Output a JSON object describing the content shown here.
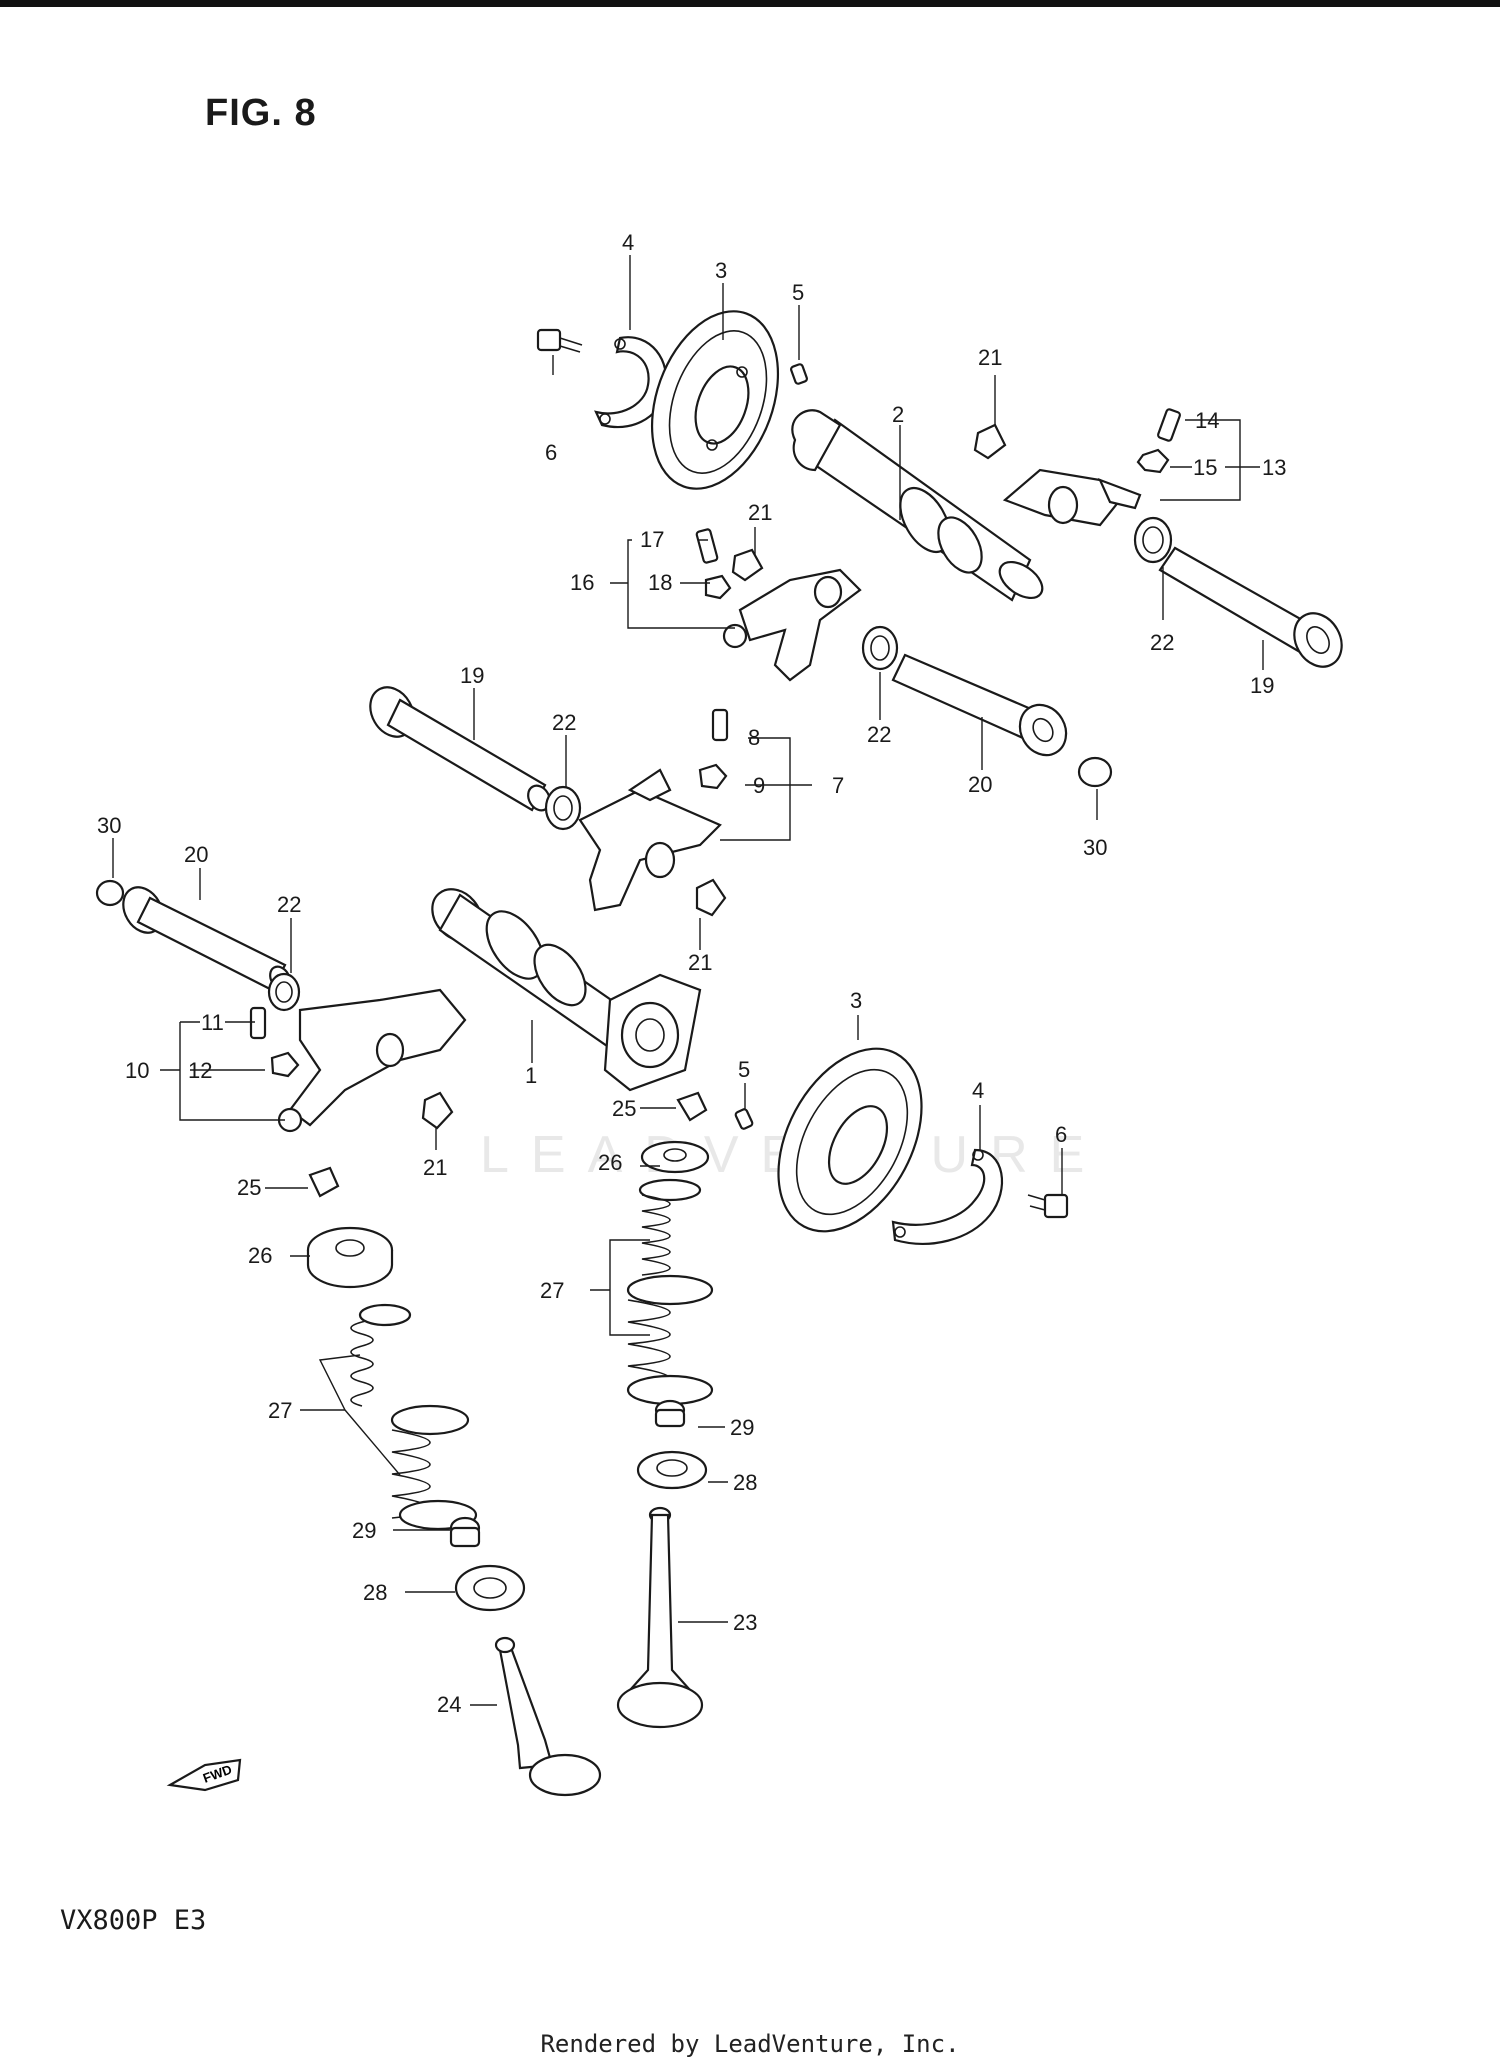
{
  "figure": {
    "title": "FIG. 8",
    "model": "VX800P  E3",
    "credit": "Rendered by LeadVenture, Inc.",
    "watermark": "LEADVENTURE"
  },
  "fwd_label": "FWD",
  "labels": {
    "l1": "1",
    "l2": "2",
    "l3a": "3",
    "l3b": "3",
    "l4a": "4",
    "l4b": "4",
    "l5a": "5",
    "l5b": "5",
    "l6a": "6",
    "l6b": "6",
    "l7": "7",
    "l8": "8",
    "l9": "9",
    "l10": "10",
    "l11": "11",
    "l12": "12",
    "l13": "13",
    "l14": "14",
    "l15": "15",
    "l16": "16",
    "l17": "17",
    "l18": "18",
    "l19a": "19",
    "l19b": "19",
    "l20a": "20",
    "l20b": "20",
    "l21a": "21",
    "l21b": "21",
    "l21c": "21",
    "l21d": "21",
    "l22a": "22",
    "l22b": "22",
    "l22c": "22",
    "l22d": "22",
    "l23": "23",
    "l24": "24",
    "l25a": "25",
    "l25b": "25",
    "l26a": "26",
    "l26b": "26",
    "l27a": "27",
    "l27b": "27",
    "l28a": "28",
    "l28b": "28",
    "l29a": "29",
    "l29b": "29",
    "l30a": "30",
    "l30b": "30"
  }
}
